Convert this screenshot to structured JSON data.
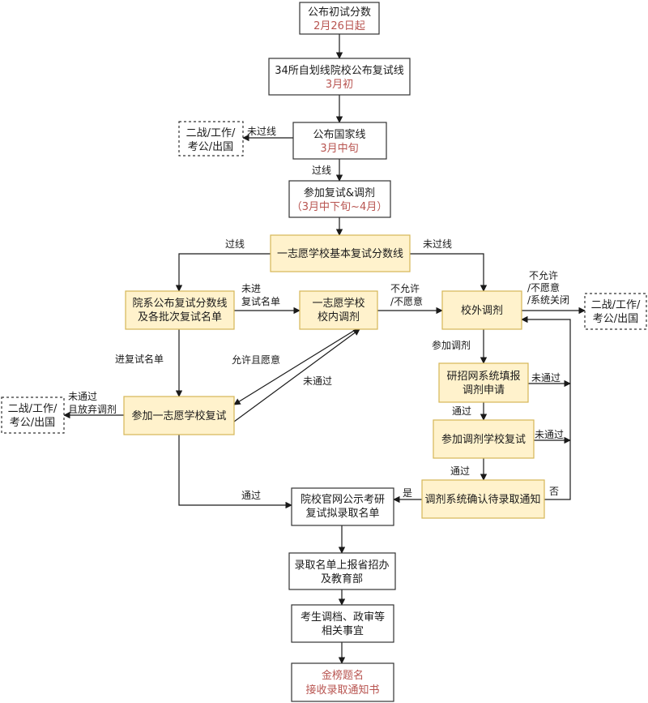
{
  "colors": {
    "highlight_fill": "#fff2cc",
    "highlight_stroke": "#d6b656",
    "plain_fill": "#ffffff",
    "plain_stroke": "#333333",
    "accent_text": "#b85450",
    "line": "#1a1a1a"
  },
  "nodes": {
    "announce_scores": {
      "line1": "公布初试分数",
      "line2": "2月26日起"
    },
    "line_34": {
      "line1": "34所自划线院校公布复试线",
      "line2": "3月初"
    },
    "national_line": {
      "line1": "公布国家线",
      "line2": "3月中旬"
    },
    "retest_adjust": {
      "line1": "参加复试&调剂",
      "line2": "（3月中下旬~4月）"
    },
    "first_choice_line": {
      "line1": "一志愿学校基本复试分数线"
    },
    "dept_list": {
      "line1": "院系公布复试分数线",
      "line2": "及各批次复试名单"
    },
    "internal_adjust": {
      "line1": "一志愿学校",
      "line2": "校内调剂"
    },
    "external_adjust": {
      "line1": "校外调剂"
    },
    "other_path_left_top": {
      "line1": "二战/工作/",
      "line2": "考公/出国"
    },
    "other_path_left": {
      "line1": "二战/工作/",
      "line2": "考公/出国"
    },
    "other_path_right": {
      "line1": "二战/工作/",
      "line2": "考公/出国"
    },
    "first_choice_retest": {
      "line1": "参加一志愿学校复试"
    },
    "system_apply": {
      "line1": "研招网系统填报",
      "line2": "调剂申请"
    },
    "adjust_retest": {
      "line1": "参加调剂学校复试"
    },
    "confirm_notice": {
      "line1": "调剂系统确认待录取通知"
    },
    "publish_list": {
      "line1": "院校官网公示考研",
      "line2": "复试拟录取名单"
    },
    "report_list": {
      "line1": "录取名单上报省招办",
      "line2": "及教育部"
    },
    "archive": {
      "line1": "考生调档、政审等",
      "line2": "相关事宜"
    },
    "final": {
      "line1": "金榜题名",
      "line2": "接收录取通知书"
    }
  },
  "edge_labels": {
    "fail_national": "未过线",
    "pass_national": "过线",
    "pass_first": "过线",
    "fail_first": "未过线",
    "not_in_list_1": "未进",
    "not_in_list_2": "复试名单",
    "not_allowed_mid_1": "不允许",
    "not_allowed_mid_2": "/不愿意",
    "not_allowed_right_1": "不允许",
    "not_allowed_right_2": "/不愿意",
    "not_allowed_right_3": "/系统关闭",
    "enter_list": "进复试名单",
    "allow_willing": "允许且愿意",
    "fail_retest_up": "未通过",
    "fail_giveup_1": "未通过",
    "fail_giveup_2": "且放弃调剂",
    "join_adjust": "参加调剂",
    "fail_apply": "未通过",
    "pass_apply": "通过",
    "fail_adjust_retest": "未通过",
    "pass_adjust_retest": "通过",
    "pass_first_retest": "通过",
    "yes": "是",
    "no": "否"
  }
}
